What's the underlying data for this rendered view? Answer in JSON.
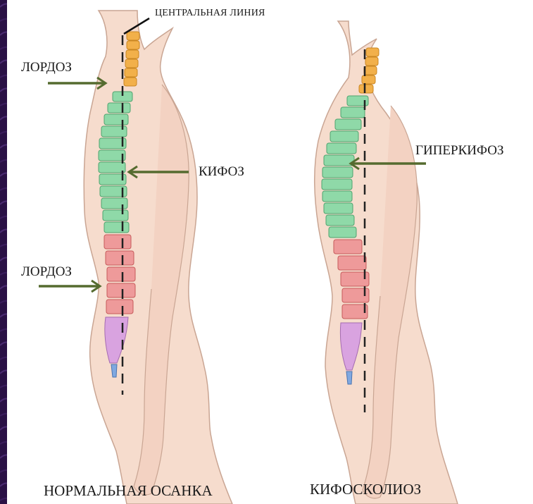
{
  "labels": {
    "central_line": "ЦЕНТРАЛЬНАЯ ЛИНИЯ",
    "lordosis_top": "ЛОРДОЗ",
    "kyphosis": "КИФОЗ",
    "lordosis_bottom": "ЛОРДОЗ",
    "hyperkyphosis": "ГИПЕРКИФОЗ",
    "normal_posture": "НОРМАЛЬНАЯ ОСАНКА",
    "kyphoscoliosis": "КИФОСКОЛИОЗ"
  },
  "colors": {
    "frame": "#2a1145",
    "paper": "#ffffff",
    "skin": "#f6dccd",
    "skin_outline": "#c9a593",
    "cervical": "#f2b04a",
    "thoracic": "#8fd9a8",
    "lumbar": "#ee9a9a",
    "sacrum": "#d9a3e0",
    "coccyx": "#7fa8e0",
    "arrow": "#556b2f",
    "center_line": "#222222"
  }
}
